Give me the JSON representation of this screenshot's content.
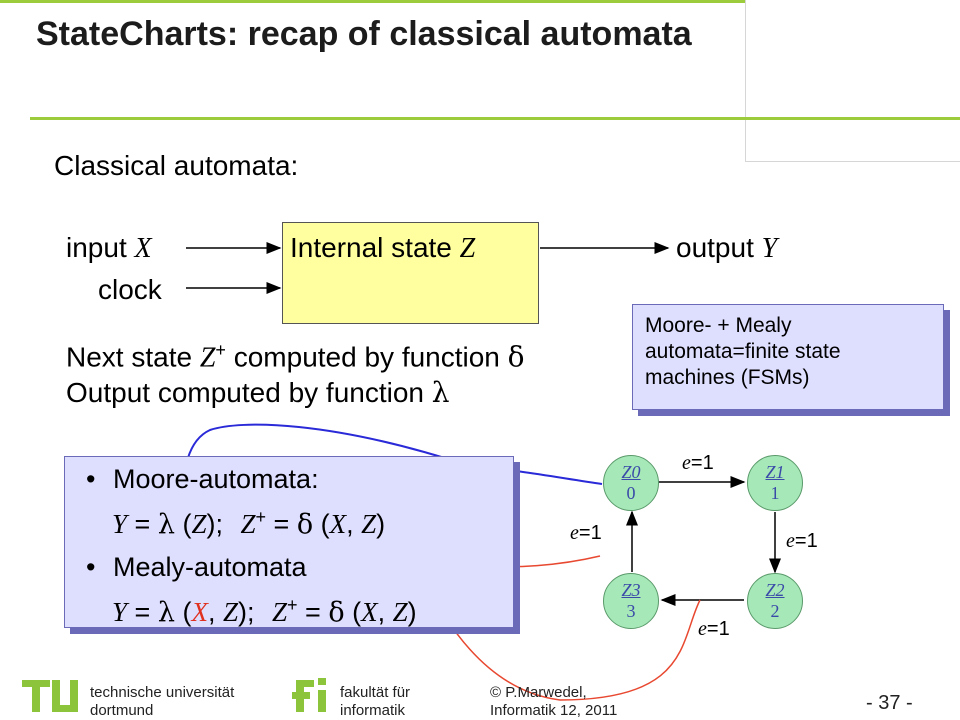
{
  "slide": {
    "title": "StateCharts: recap of classical automata",
    "intro": "Classical automata:"
  },
  "diagram": {
    "input_label": "input",
    "input_var": "X",
    "clock_label": "clock",
    "state_label": "Internal state",
    "state_var": "Z",
    "output_label": "output",
    "output_var": "Y",
    "next_state_a": "Next state",
    "next_state_var": "Z",
    "next_state_sup": "+",
    "next_state_b": "computed by function",
    "delta": "δ",
    "output_line": "Output computed by function",
    "lambda": "λ"
  },
  "note": {
    "text": "Moore- + Mealy automata=finite state machines (FSMs)"
  },
  "bullets": {
    "moore_title": "Moore-automata:",
    "mealy_title": "Mealy-automata",
    "sep": "; ",
    "eq": " = ",
    "lambda": "λ",
    "delta": "δ",
    "Y": "Y",
    "Z": "Z",
    "X": "X",
    "plus": "+"
  },
  "fsm": {
    "states": [
      {
        "name": "Z0",
        "output": "0"
      },
      {
        "name": "Z1",
        "output": "1"
      },
      {
        "name": "Z2",
        "output": "2"
      },
      {
        "name": "Z3",
        "output": "3"
      }
    ],
    "edge_label_var": "e",
    "edge_label_val": "=1"
  },
  "footer": {
    "university_line1": "technische universität",
    "university_line2": "dortmund",
    "faculty_line1": "fakultät für",
    "faculty_line2": "informatik",
    "author_line1": "© P.Marwedel,",
    "author_line2": "Informatik 12,  2011",
    "page": "- 37 -"
  },
  "colors": {
    "accent_green": "#9ccc3c",
    "state_box_yellow": "#ffffa0",
    "note_lavender": "#dedefe",
    "node_green": "#a6e8b8",
    "arrow_blue": "#2a2ad8",
    "arrow_red": "#e84830"
  }
}
